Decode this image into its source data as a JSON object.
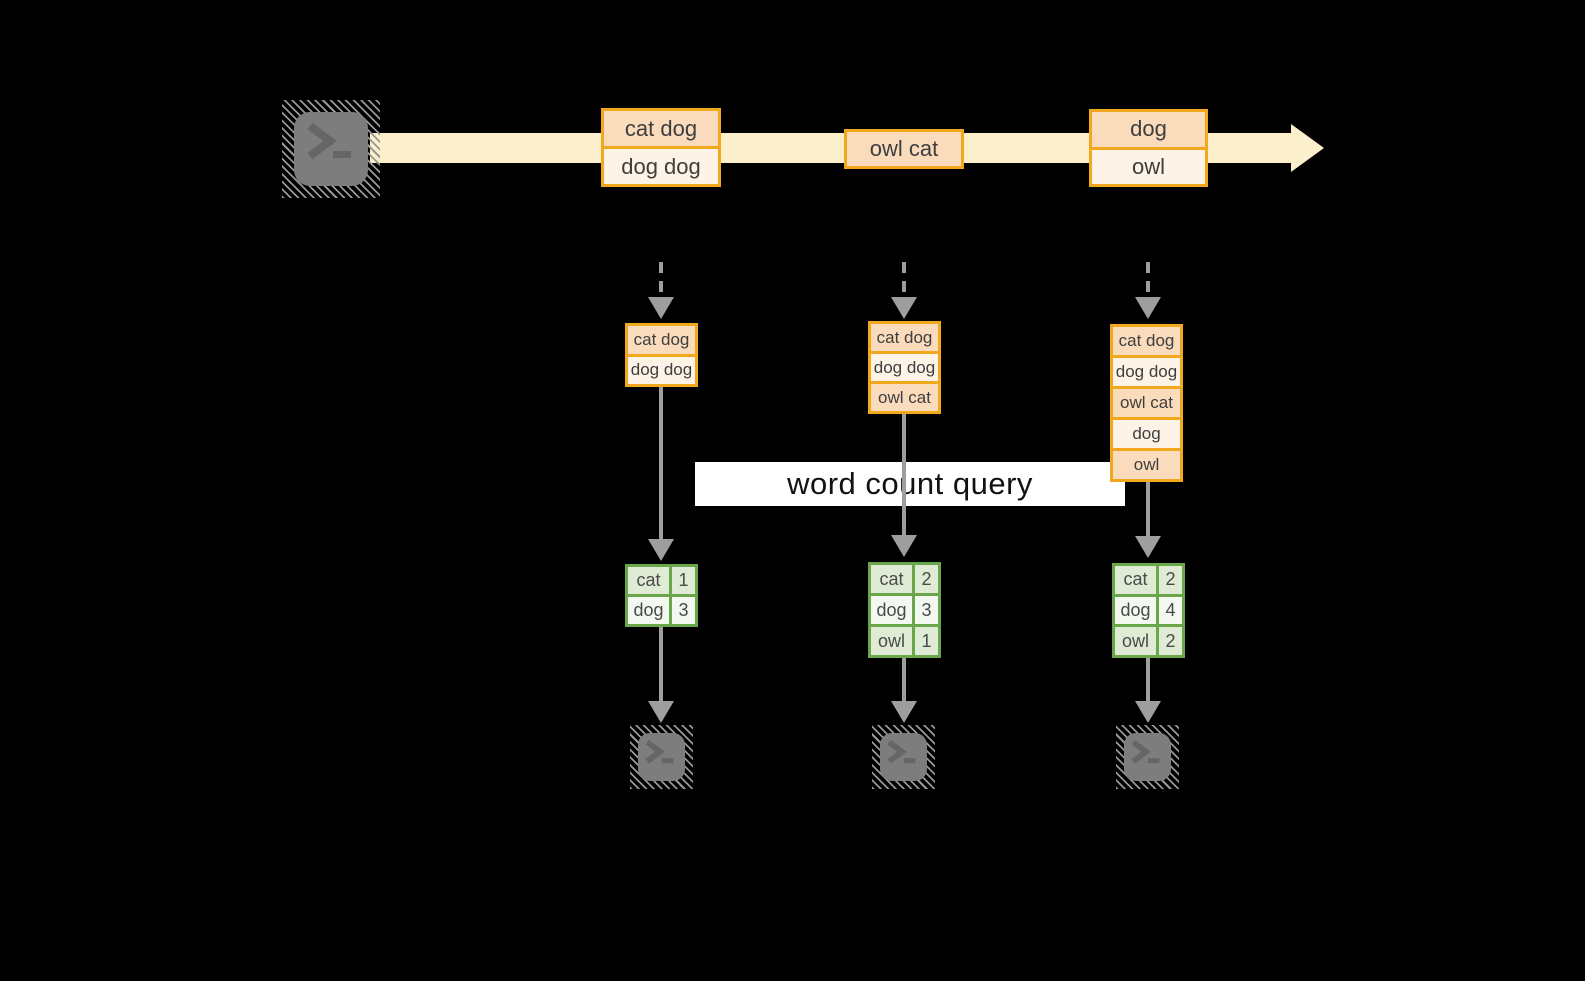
{
  "labels": {
    "query": "word count query"
  },
  "timeline": {
    "batch1": [
      "cat dog",
      "dog dog"
    ],
    "batch2": [
      "owl cat"
    ],
    "batch3": [
      "dog",
      "owl"
    ]
  },
  "buffers": {
    "col1": [
      "cat dog",
      "dog dog"
    ],
    "col2": [
      "cat dog",
      "dog dog",
      "owl cat"
    ],
    "col3": [
      "cat dog",
      "dog dog",
      "owl cat",
      "dog",
      "owl"
    ]
  },
  "tables": {
    "col1": {
      "rows": [
        [
          "cat",
          "1"
        ],
        [
          "dog",
          "3"
        ]
      ]
    },
    "col2": {
      "rows": [
        [
          "cat",
          "2"
        ],
        [
          "dog",
          "3"
        ],
        [
          "owl",
          "1"
        ]
      ]
    },
    "col3": {
      "rows": [
        [
          "cat",
          "2"
        ],
        [
          "dog",
          "4"
        ],
        [
          "owl",
          "2"
        ]
      ]
    }
  },
  "icons": {
    "source": "terminal-icon",
    "output1": "terminal-icon",
    "output2": "terminal-icon",
    "output3": "terminal-icon"
  },
  "colors": {
    "stream_band": "#FBF0CB",
    "box_border": "#F2A81D",
    "box_fill_peach": "#FADCBD",
    "box_fill_cream": "#FDF4E7",
    "table_border": "#69A74A",
    "table_cell_dark": "#DFEBD5",
    "table_cell_light": "#F3F8F0",
    "arrow_gray": "#9E9E9E",
    "query_background": "#FFFFFF",
    "background": "#000000"
  }
}
